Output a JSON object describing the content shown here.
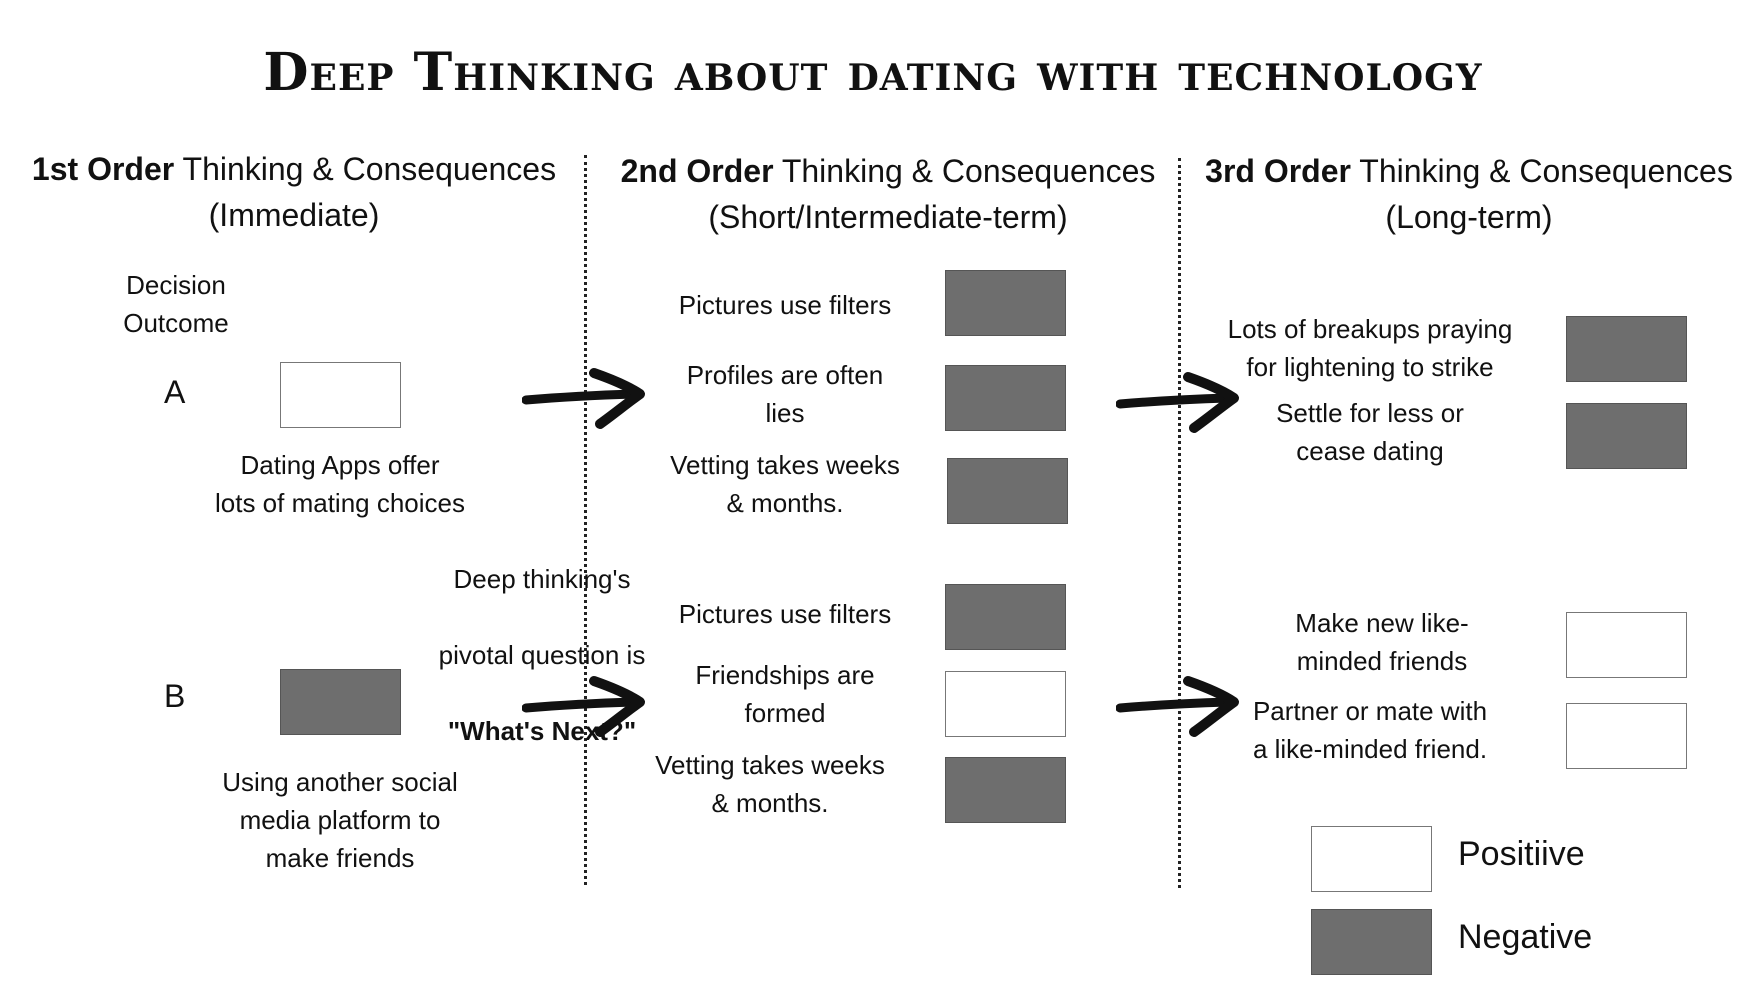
{
  "title": "Deep Thinking about dating with technology",
  "columns": [
    {
      "order": "1st Order",
      "rest": " Thinking & Consequences",
      "term": "(Immediate)"
    },
    {
      "order": "2nd Order",
      "rest": " Thinking & Consequences",
      "term": "(Short/Intermediate-term)"
    },
    {
      "order": "3rd Order",
      "rest": " Thinking & Consequences",
      "term": "(Long-term)"
    }
  ],
  "decision_label": "Decision\nOutcome",
  "decisions": [
    {
      "letter": "A",
      "polarity": "positive",
      "description": "Dating Apps offer\nlots of mating choices"
    },
    {
      "letter": "B",
      "polarity": "negative",
      "description": "Using another social\nmedia platform to\nmake friends"
    }
  ],
  "second_order_a": [
    {
      "text": "Pictures use filters",
      "polarity": "negative"
    },
    {
      "text": "Profiles are often\nlies",
      "polarity": "negative"
    },
    {
      "text": "Vetting takes weeks\n& months.",
      "polarity": "negative"
    }
  ],
  "second_order_b": [
    {
      "text": "Pictures use filters",
      "polarity": "negative"
    },
    {
      "text": "Friendships are\nformed",
      "polarity": "positive"
    },
    {
      "text": "Vetting takes weeks\n& months.",
      "polarity": "negative"
    }
  ],
  "third_order_a": [
    {
      "text": "Lots of breakups praying\nfor lightening to strike",
      "polarity": "negative"
    },
    {
      "text": "Settle for less or\ncease dating",
      "polarity": "negative"
    }
  ],
  "third_order_b": [
    {
      "text": "Make new like-\nminded friends",
      "polarity": "positive"
    },
    {
      "text": "Partner or mate with\na like-minded friend.",
      "polarity": "positive"
    }
  ],
  "pivotal_question": {
    "line1": "Deep thinking's",
    "line2": "pivotal question  is",
    "emphasis": "\"What's Next?\""
  },
  "legend": [
    {
      "label": "Positiive",
      "polarity": "positive"
    },
    {
      "label": "Negative",
      "polarity": "negative"
    }
  ],
  "colors": {
    "positive": "#ffffff",
    "negative": "#6e6e6e",
    "text": "#111111"
  }
}
